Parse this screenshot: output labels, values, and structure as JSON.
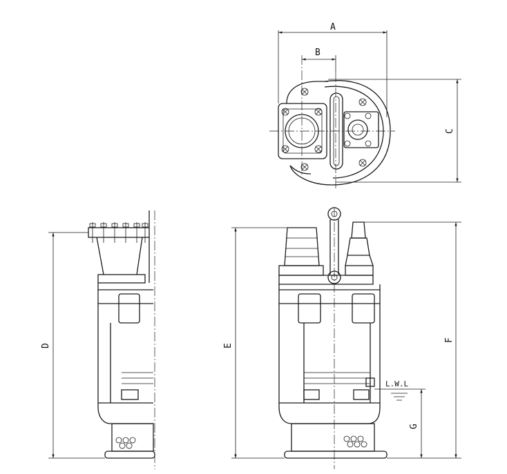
{
  "dimensions": {
    "A": "A",
    "B": "B",
    "C": "C",
    "D": "D",
    "E": "E",
    "F": "F",
    "G": "G"
  },
  "water_level_label": "L.W.L"
}
